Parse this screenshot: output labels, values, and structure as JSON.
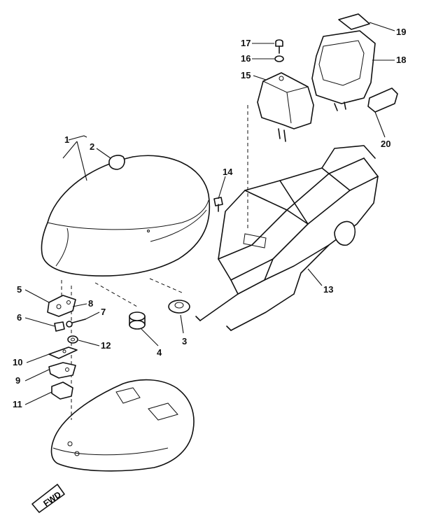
{
  "diagram": {
    "type": "exploded-parts-diagram",
    "callouts": [
      {
        "id": "1",
        "label": "1"
      },
      {
        "id": "2",
        "label": "2"
      },
      {
        "id": "3",
        "label": "3"
      },
      {
        "id": "4",
        "label": "4"
      },
      {
        "id": "5",
        "label": "5"
      },
      {
        "id": "6",
        "label": "6"
      },
      {
        "id": "7",
        "label": "7"
      },
      {
        "id": "8",
        "label": "8"
      },
      {
        "id": "9",
        "label": "9"
      },
      {
        "id": "10",
        "label": "10"
      },
      {
        "id": "11",
        "label": "11"
      },
      {
        "id": "12",
        "label": "12"
      },
      {
        "id": "13",
        "label": "13"
      },
      {
        "id": "14",
        "label": "14"
      },
      {
        "id": "15",
        "label": "15"
      },
      {
        "id": "16",
        "label": "16"
      },
      {
        "id": "17",
        "label": "17"
      },
      {
        "id": "18",
        "label": "18"
      },
      {
        "id": "19",
        "label": "19"
      },
      {
        "id": "20",
        "label": "20"
      }
    ],
    "direction_marker": {
      "label": "FWD"
    }
  }
}
